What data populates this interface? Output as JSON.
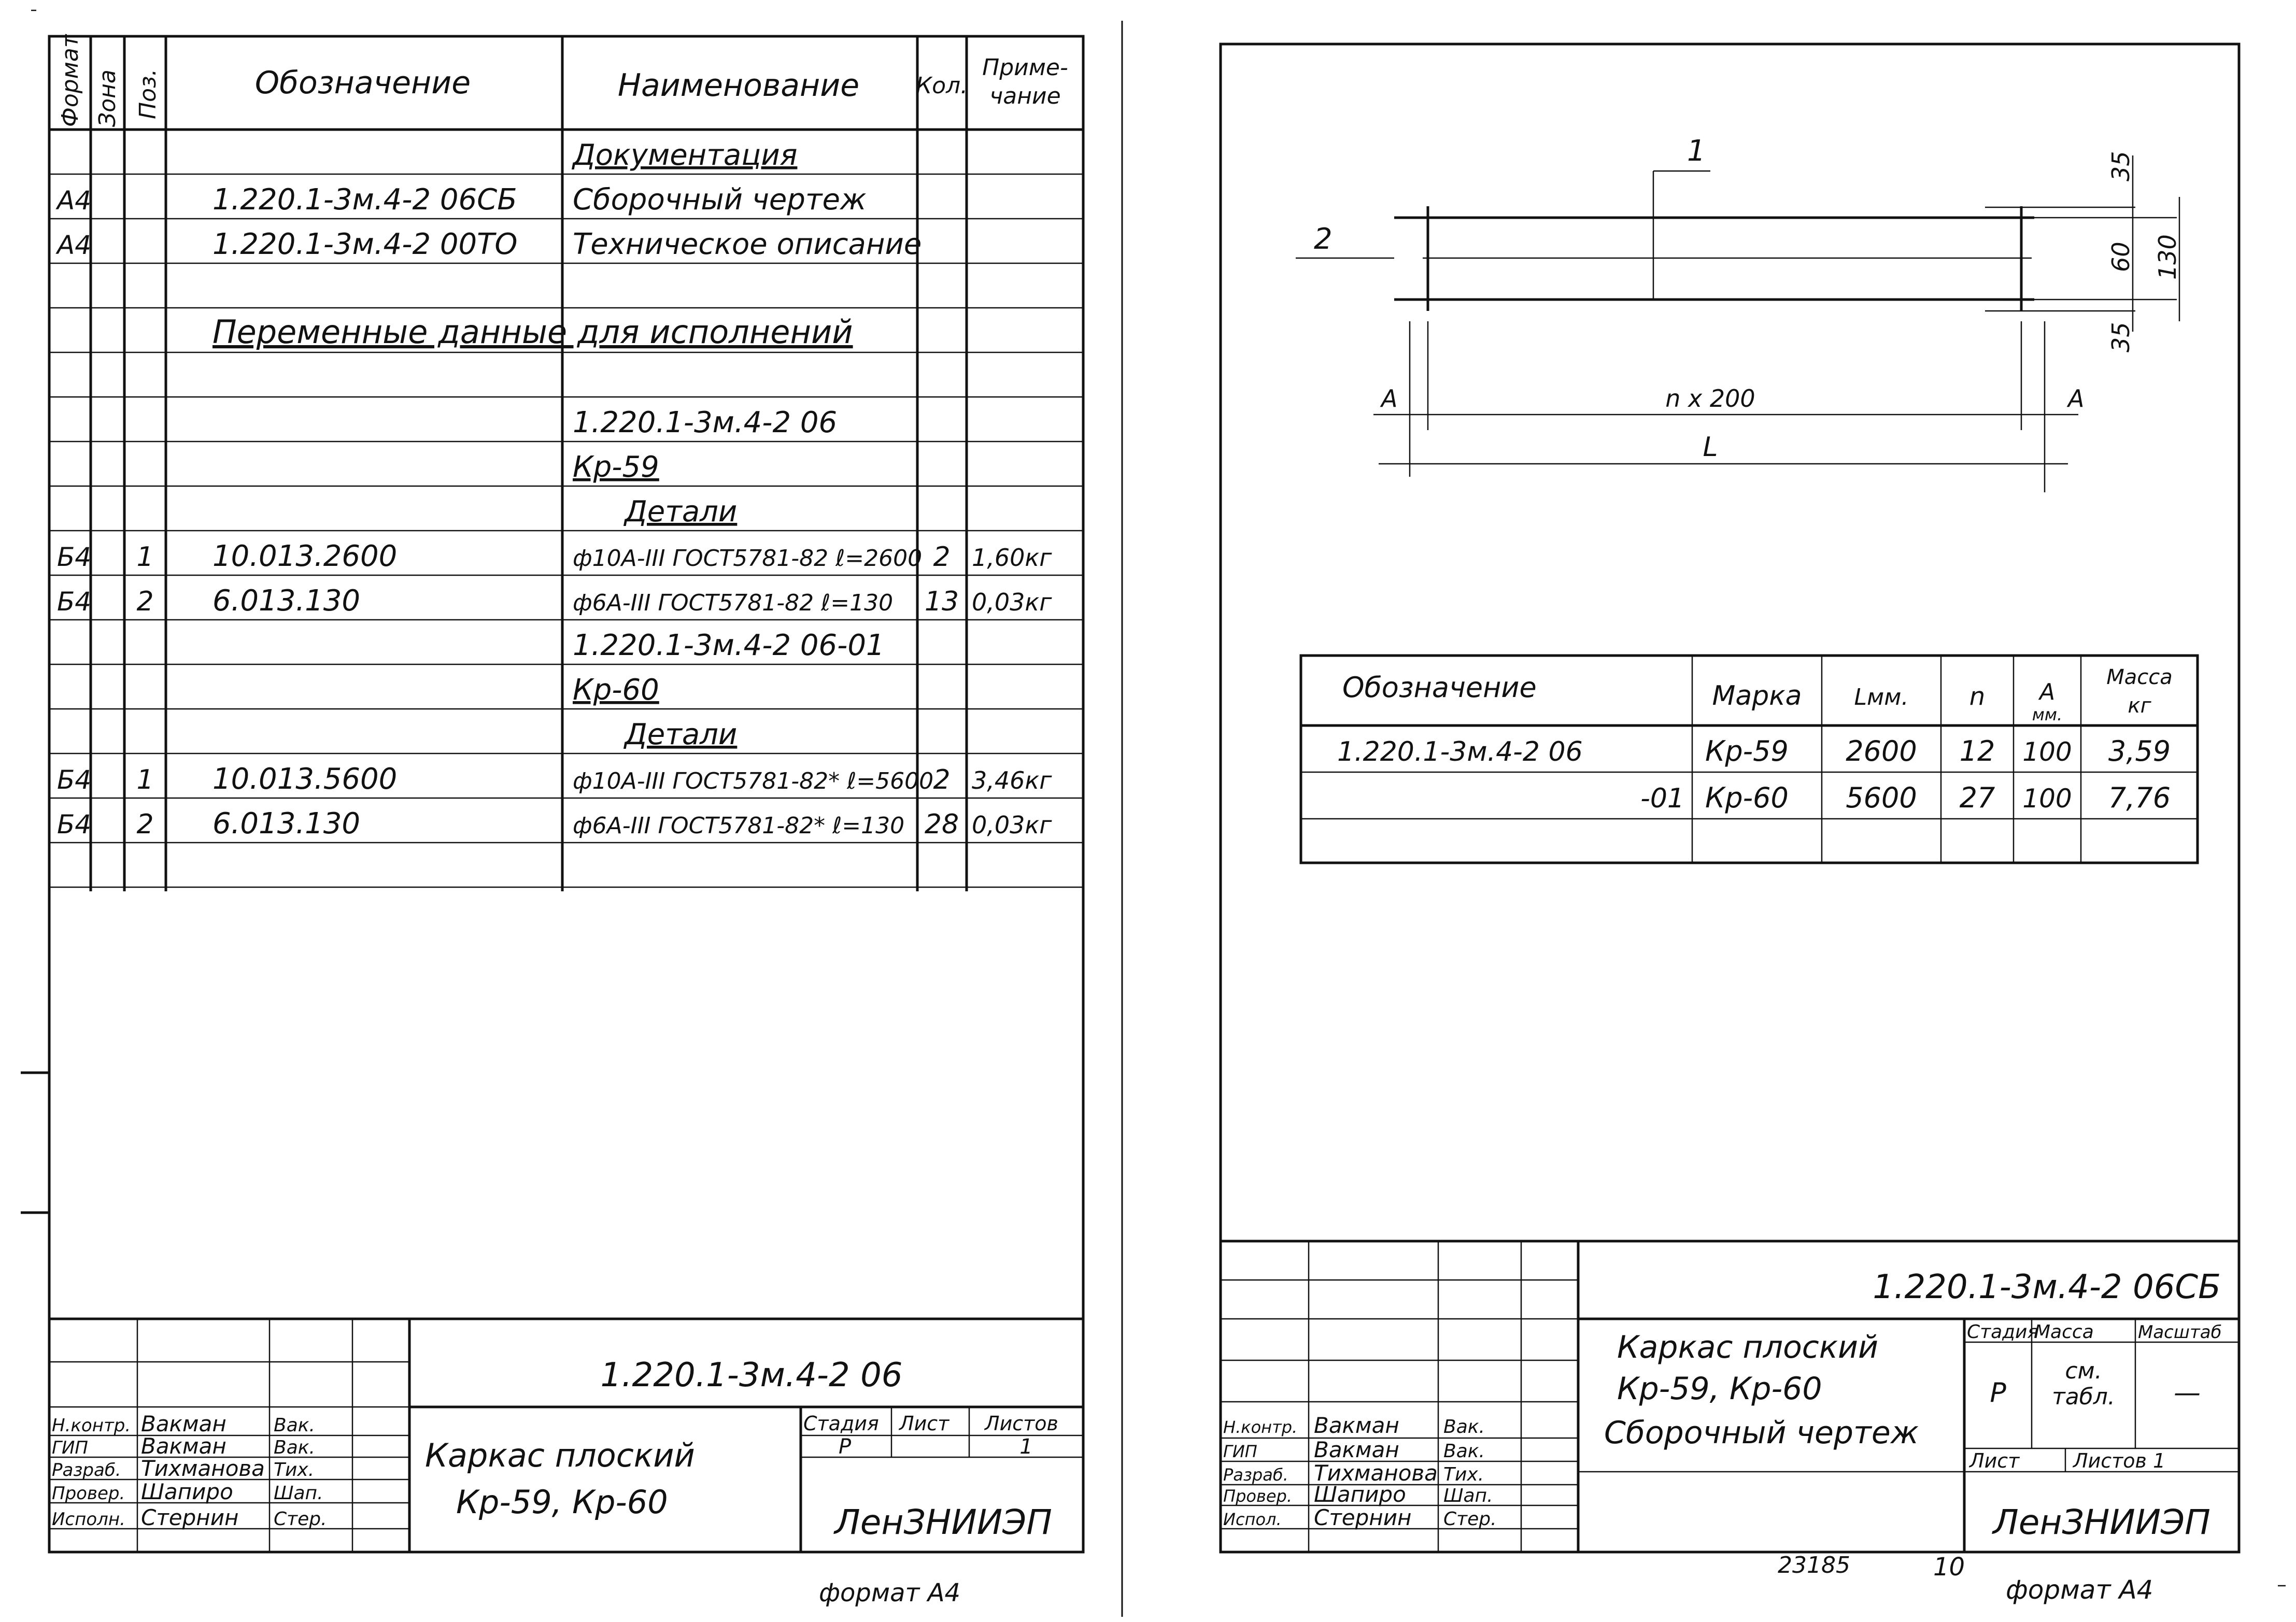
{
  "spec_sheet": {
    "headers": {
      "format": "Формат",
      "zone": "Зона",
      "pos": "Поз.",
      "designation": "Обозначение",
      "name": "Наименование",
      "qty": "Кол.",
      "note_line1": "Приме-",
      "note_line2": "чание"
    },
    "rows": [
      {
        "format": "",
        "zone": "",
        "pos": "",
        "designation": "",
        "name": "Документация",
        "qty": "",
        "note": "",
        "underline": true
      },
      {
        "format": "А4",
        "zone": "",
        "pos": "",
        "designation": "1.220.1-3м.4-2 06СБ",
        "name": "Сборочный чертеж",
        "qty": "",
        "note": ""
      },
      {
        "format": "А4",
        "zone": "",
        "pos": "",
        "designation": "1.220.1-3м.4-2 00ТО",
        "name": "Техническое описание",
        "qty": "",
        "note": ""
      },
      {
        "format": "",
        "zone": "",
        "pos": "",
        "designation": "",
        "name": "",
        "qty": "",
        "note": ""
      },
      {
        "span_text": "Переменные данные для исполнений",
        "underline": true
      },
      {
        "format": "",
        "zone": "",
        "pos": "",
        "designation": "",
        "name": "",
        "qty": "",
        "note": ""
      },
      {
        "format": "",
        "zone": "",
        "pos": "",
        "designation": "",
        "name": "1.220.1-3м.4-2 06",
        "qty": "",
        "note": ""
      },
      {
        "format": "",
        "zone": "",
        "pos": "",
        "designation": "",
        "name": "Кр-59",
        "qty": "",
        "note": "",
        "underline": true
      },
      {
        "format": "",
        "zone": "",
        "pos": "",
        "designation": "",
        "name": "Детали",
        "qty": "",
        "note": "",
        "underline": true,
        "indent": true
      },
      {
        "format": "Б4",
        "zone": "",
        "pos": "1",
        "designation": "10.013.2600",
        "name": "ф10А-III ГОСТ5781-82 ℓ=2600",
        "qty": "2",
        "note": "1,60кг"
      },
      {
        "format": "Б4",
        "zone": "",
        "pos": "2",
        "designation": "6.013.130",
        "name": "ф6А-III ГОСТ5781-82 ℓ=130",
        "qty": "13",
        "note": "0,03кг"
      },
      {
        "format": "",
        "zone": "",
        "pos": "",
        "designation": "",
        "name": "1.220.1-3м.4-2 06-01",
        "qty": "",
        "note": ""
      },
      {
        "format": "",
        "zone": "",
        "pos": "",
        "designation": "",
        "name": "Кр-60",
        "qty": "",
        "note": "",
        "underline": true
      },
      {
        "format": "",
        "zone": "",
        "pos": "",
        "designation": "",
        "name": "Детали",
        "qty": "",
        "note": "",
        "underline": true,
        "indent": true
      },
      {
        "format": "Б4",
        "zone": "",
        "pos": "1",
        "designation": "10.013.5600",
        "name": "ф10А-III ГОСТ5781-82* ℓ=5600",
        "qty": "2",
        "note": "3,46кг"
      },
      {
        "format": "Б4",
        "zone": "",
        "pos": "2",
        "designation": "6.013.130",
        "name": "ф6А-III ГОСТ5781-82* ℓ=130",
        "qty": "28",
        "note": "0,03кг"
      },
      {
        "format": "",
        "zone": "",
        "pos": "",
        "designation": "",
        "name": "",
        "qty": "",
        "note": ""
      }
    ],
    "title_block": {
      "code": "1.220.1-3м.4-2    06",
      "title_line1": "Каркас плоский",
      "title_line2": "Кр-59, Кр-60",
      "stage_label": "Стадия",
      "sheet_label": "Лист",
      "sheets_label": "Листов",
      "stage": "Р",
      "sheet": "",
      "sheets": "1",
      "org": "ЛенЗНИИЭП",
      "roles": [
        {
          "role": "Н.контр.",
          "name": "Вакман",
          "sign": "Вак."
        },
        {
          "role": "ГИП",
          "name": "Вакман",
          "sign": "Вак."
        },
        {
          "role": "Разраб.",
          "name": "Тихманова",
          "sign": "Тих."
        },
        {
          "role": "Провер.",
          "name": "Шапиро",
          "sign": "Шап."
        },
        {
          "role": "Исполн.",
          "name": "Стернин",
          "sign": "Стер."
        }
      ]
    },
    "format_note": "формат А4"
  },
  "drawing_sheet": {
    "drawing_labels": {
      "pos1": "1",
      "pos2": "2",
      "dim_35_top": "35",
      "dim_60": "60",
      "dim_35_bottom": "35",
      "dim_130": "130",
      "dim_a_left": "А",
      "dim_a_right": "А",
      "dim_nx200": "n x 200",
      "dim_l": "L"
    },
    "table": {
      "headers": {
        "designation": "Обозначение",
        "mark": "Марка",
        "l": "Lмм.",
        "n": "n",
        "a_line1": "А",
        "a_line2": "мм.",
        "mass_line1": "Масса",
        "mass_line2": "кг"
      },
      "rows": [
        {
          "designation": "1.220.1-3м.4-2   06",
          "mark": "Кр-59",
          "l": "2600",
          "n": "12",
          "a": "100",
          "mass": "3,59"
        },
        {
          "designation": "-01",
          "mark": "Кр-60",
          "l": "5600",
          "n": "27",
          "a": "100",
          "mass": "7,76"
        },
        {
          "designation": "",
          "mark": "",
          "l": "",
          "n": "",
          "a": "",
          "mass": ""
        }
      ]
    },
    "title_block": {
      "code": "1.220.1-3м.4-2   06СБ",
      "title_line1": "Каркас плоский",
      "title_line2": "Кр-59, Кр-60",
      "title_line3": "Сборочный чертеж",
      "stage_label": "Стадия",
      "mass_label": "Масса",
      "scale_label": "Масштаб",
      "stage": "Р",
      "mass_line1": "см.",
      "mass_line2": "табл.",
      "scale": "—",
      "sheet_label": "Лист",
      "sheets_label": "Листов 1",
      "org": "ЛенЗНИИЭП",
      "roles": [
        {
          "role": "Н.контр.",
          "name": "Вакман",
          "sign": "Вак."
        },
        {
          "role": "ГИП",
          "name": "Вакман",
          "sign": "Вак."
        },
        {
          "role": "Разраб.",
          "name": "Тихманова",
          "sign": "Тих."
        },
        {
          "role": "Провер.",
          "name": "Шапиро",
          "sign": "Шап."
        },
        {
          "role": "Испол.",
          "name": "Стернин",
          "sign": "Стер."
        }
      ]
    },
    "bottom_left_number": "23185",
    "bottom_mid_number": "10",
    "format_note": "формат А4"
  }
}
